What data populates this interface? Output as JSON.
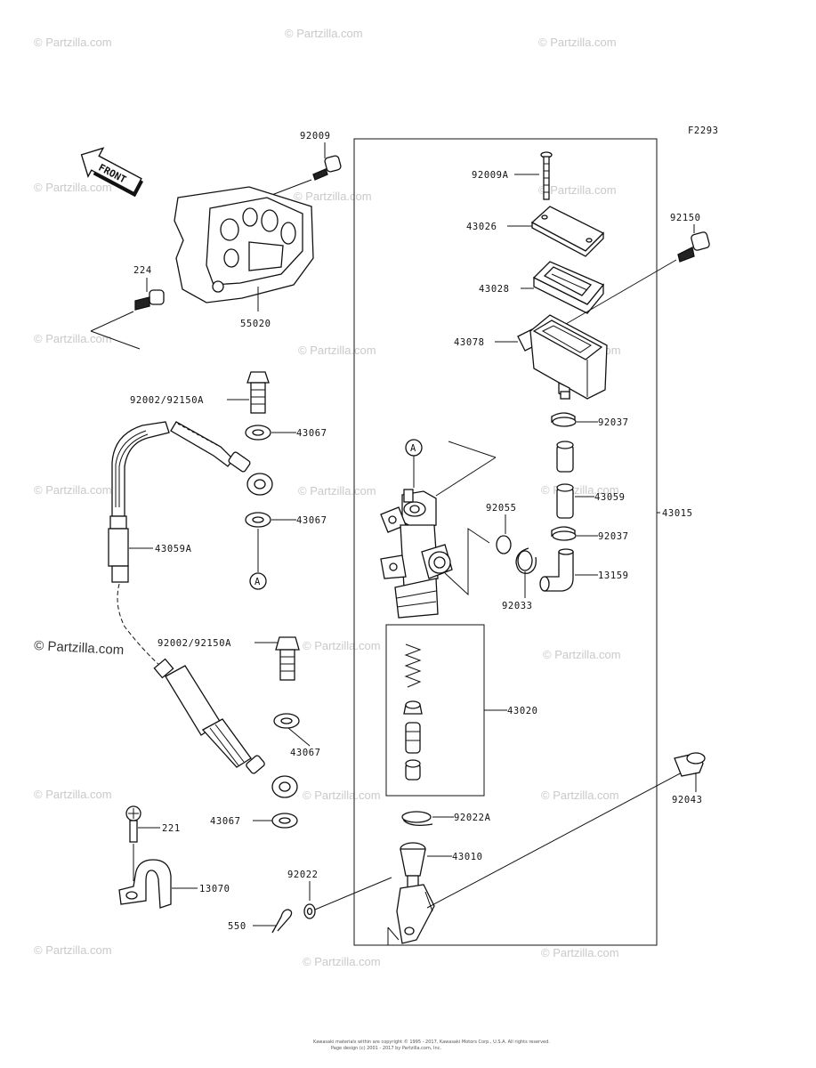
{
  "figure_code": "F2293",
  "front_label": "FRONT",
  "circle_ref": "A",
  "watermark_text": "© Partzilla.com",
  "parts": {
    "p92009": "92009",
    "p224": "224",
    "p55020": "55020",
    "p92002_1": "92002/92150A",
    "p43067_1": "43067",
    "p43067_2": "43067",
    "p43059A": "43059A",
    "p92002_2": "92002/92150A",
    "p43067_3": "43067",
    "p43067_4": "43067",
    "p221": "221",
    "p13070": "13070",
    "p550": "550",
    "p92009A": "92009A",
    "p43026": "43026",
    "p43028": "43028",
    "p43078": "43078",
    "p92150": "92150",
    "p92037_1": "92037",
    "p43059": "43059",
    "p92037_2": "92037",
    "p92055": "92055",
    "p13159": "13159",
    "p92033": "92033",
    "p43015": "43015",
    "p43020": "43020",
    "p92043": "92043",
    "p92022A": "92022A",
    "p43010": "43010",
    "p92022": "92022"
  },
  "footer": {
    "line1": "Kawasaki materials within are copyright © 1995 - 2017, Kawasaki Motors Corp., U.S.A. All rights reserved.",
    "line2": "Page design (c) 2001 - 2017 by Partzilla.com, Inc."
  }
}
